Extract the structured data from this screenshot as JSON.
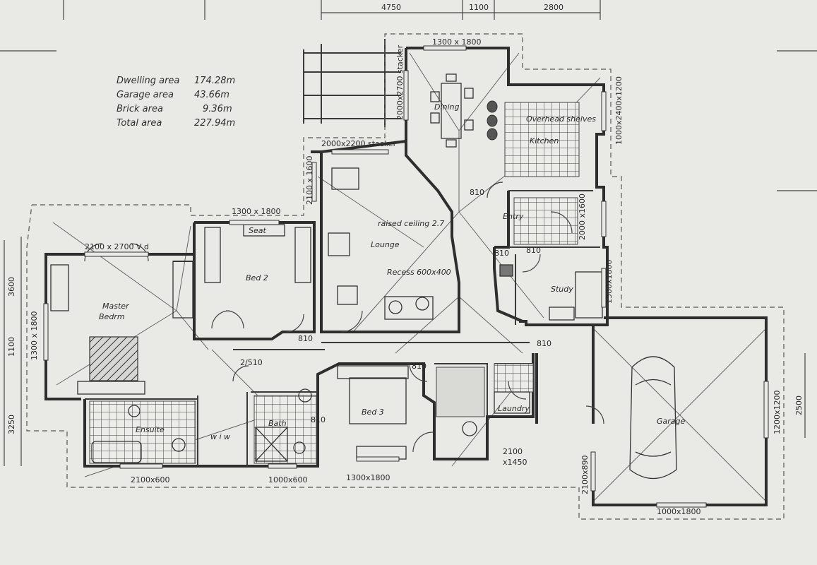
{
  "areas": {
    "dwelling_label": "Dwelling area",
    "dwelling_value": "174.28m",
    "garage_label": "Garage area",
    "garage_value": "43.66m",
    "brick_label": "Brick area",
    "brick_value": "9.36m",
    "total_label": "Total area",
    "total_value": "227.94m"
  },
  "rooms": {
    "dining": "Dining",
    "kitchen": "Kitchen",
    "overhead": "Overhead shelves",
    "lounge": "Lounge",
    "raised_ceiling": "raised ceiling 2.7",
    "recess": "Recess 600x400",
    "bed2": "Bed 2",
    "seat": "Seat",
    "master": "Master",
    "master2": "Bedrm",
    "entry": "Entry",
    "study": "Study",
    "bed3": "Bed 3",
    "bath": "Bath",
    "ensuite": "Ensuite",
    "wir": "w i w",
    "laundry": "Laundry",
    "garage": "Garage"
  },
  "dims": {
    "top_a": "4750",
    "top_b": "1100",
    "top_c": "2800",
    "win_dining_top": "1300 x 1800",
    "stacker_dining_side": "2000x2700 stacker",
    "stacker_lounge": "2000x2200 stacker",
    "win_lounge_side": "2100 x 1600",
    "win_bed2": "1300 x 1800",
    "win_master": "2100 x 2700 V d",
    "win_master_side": "1300 x 1800",
    "kitchen_side": "1000x2400x1200",
    "door_810_a": "810",
    "door_810_b": "810",
    "door_810_c": "810",
    "door_810_d": "810",
    "door_810_e": "810",
    "door_810_f": "810",
    "door_810_g": "810",
    "entry_win": "2000 x1600",
    "study_win": "1500x1800",
    "door_2_510": "2/510",
    "win_ensuite": "2100x600",
    "win_bath": "1000x600",
    "win_bed3": "1300x1800",
    "laundry_win1": "2100",
    "laundry_win2": "x1450",
    "garage_side": "2100x890",
    "garage_right": "1200x1200",
    "garage_bottom": "1000x1800",
    "left_3600": "3600",
    "left_1100": "1100",
    "left_3250": "3250",
    "right_2500": "2500"
  }
}
